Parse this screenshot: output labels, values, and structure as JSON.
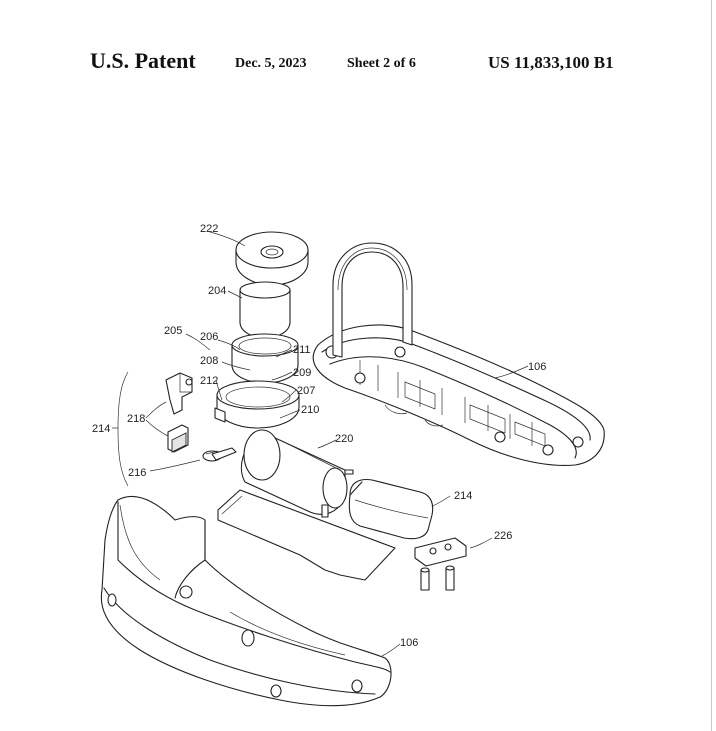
{
  "header": {
    "patent_label": "U.S. Patent",
    "date": "Dec. 5, 2023",
    "sheet": "Sheet 2 of 6",
    "patent_number": "US 11,833,100 B1"
  },
  "figure": {
    "reference_numerals": {
      "r222": "222",
      "r204": "204",
      "r205": "205",
      "r206": "206",
      "r208": "208",
      "r211": "211",
      "r209": "209",
      "r212": "212",
      "r207": "207",
      "r210": "210",
      "r218": "218",
      "r214_left": "214",
      "r220": "220",
      "r216": "216",
      "r214_right": "214",
      "r226": "226",
      "r106_top": "106",
      "r106_bottom": "106"
    }
  }
}
